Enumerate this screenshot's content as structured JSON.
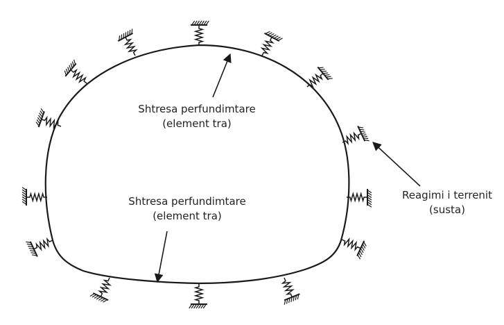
{
  "labels": {
    "lining_top": {
      "line1": "Shtresa perfundimtare",
      "line2": "(element tra)"
    },
    "lining_bottom": {
      "line1": "Shtresa perfundimtare",
      "line2": "(element tra)"
    },
    "ground_reaction": {
      "line1": "Reagimi i terrenit",
      "line2": "(susta)"
    }
  },
  "colors": {
    "stroke": "#1a1a1a",
    "text": "#222222",
    "background": "#ffffff"
  },
  "icons": {
    "support": "ground-support-hatch-icon",
    "spring": "spring-icon"
  }
}
